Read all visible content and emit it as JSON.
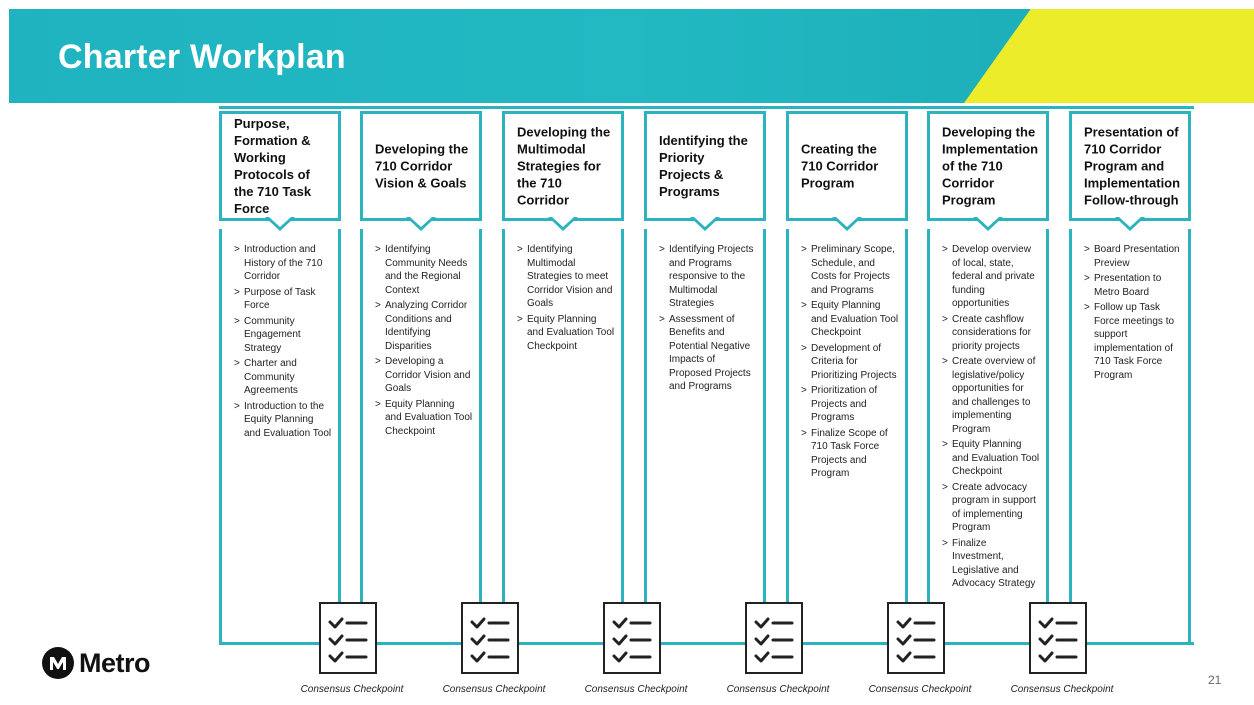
{
  "title": "Charter Workplan",
  "colors": {
    "accent": "#2cb3bd",
    "banner": "#22b9c3",
    "highlight": "#ecec2a"
  },
  "phases": [
    {
      "heading": "Purpose, Formation & Working Protocols of the 710 Task Force",
      "items": [
        "Introduction and History of the 710 Corridor",
        "Purpose of Task Force",
        "Community Engagement Strategy",
        "Charter and Community Agreements",
        "Introduction to the Equity Planning and Evaluation Tool"
      ]
    },
    {
      "heading": "Developing the 710 Corridor Vision & Goals",
      "items": [
        "Identifying Community Needs and the Regional Context",
        "Analyzing Corridor Conditions and Identifying Disparities",
        "Developing a Corridor Vision and Goals",
        "Equity Planning and Evaluation Tool Checkpoint"
      ]
    },
    {
      "heading": "Developing the Multimodal Strategies for the 710 Corridor",
      "items": [
        "Identifying Multimodal Strategies to meet Corridor Vision and Goals",
        "Equity Planning and Evaluation Tool Checkpoint"
      ]
    },
    {
      "heading": "Identifying the Priority Projects & Programs",
      "items": [
        "Identifying Projects and Programs responsive to the Multimodal Strategies",
        "Assessment of Benefits and Potential Negative Impacts of Proposed Projects and Programs"
      ]
    },
    {
      "heading": "Creating the 710 Corridor Program",
      "items": [
        "Preliminary Scope, Schedule, and Costs for Projects and Programs",
        "Equity Planning and Evaluation Tool Checkpoint",
        "Development of Criteria for Prioritizing Projects",
        "Prioritization of Projects and Programs",
        "Finalize Scope of 710 Task Force Projects and Program"
      ]
    },
    {
      "heading": "Developing the Implementation of the 710 Corridor Program",
      "items": [
        "Develop overview of local, state, federal and private funding opportunities",
        "Create cashflow considerations for priority projects",
        "Create overview of legislative/policy opportunities for and challenges to implementing Program",
        "Equity Planning and Evaluation Tool Checkpoint",
        "Create advocacy program in support of implementing Program",
        "Finalize Investment, Legislative and Advocacy Strategy"
      ]
    },
    {
      "heading": "Presentation of 710 Corridor Program and Implementation Follow-through",
      "items": [
        "Board Presentation Preview",
        "Presentation to Metro Board",
        "Follow up Task Force meetings to support implementation of 710 Task Force Program"
      ]
    }
  ],
  "checkpoints": [
    "Consensus Checkpoint",
    "Consensus Checkpoint",
    "Consensus Checkpoint",
    "Consensus Checkpoint",
    "Consensus Checkpoint",
    "Consensus Checkpoint"
  ],
  "logo": {
    "text": "Metro",
    "icon": "metro-m-logo-icon"
  },
  "page_number": "21"
}
